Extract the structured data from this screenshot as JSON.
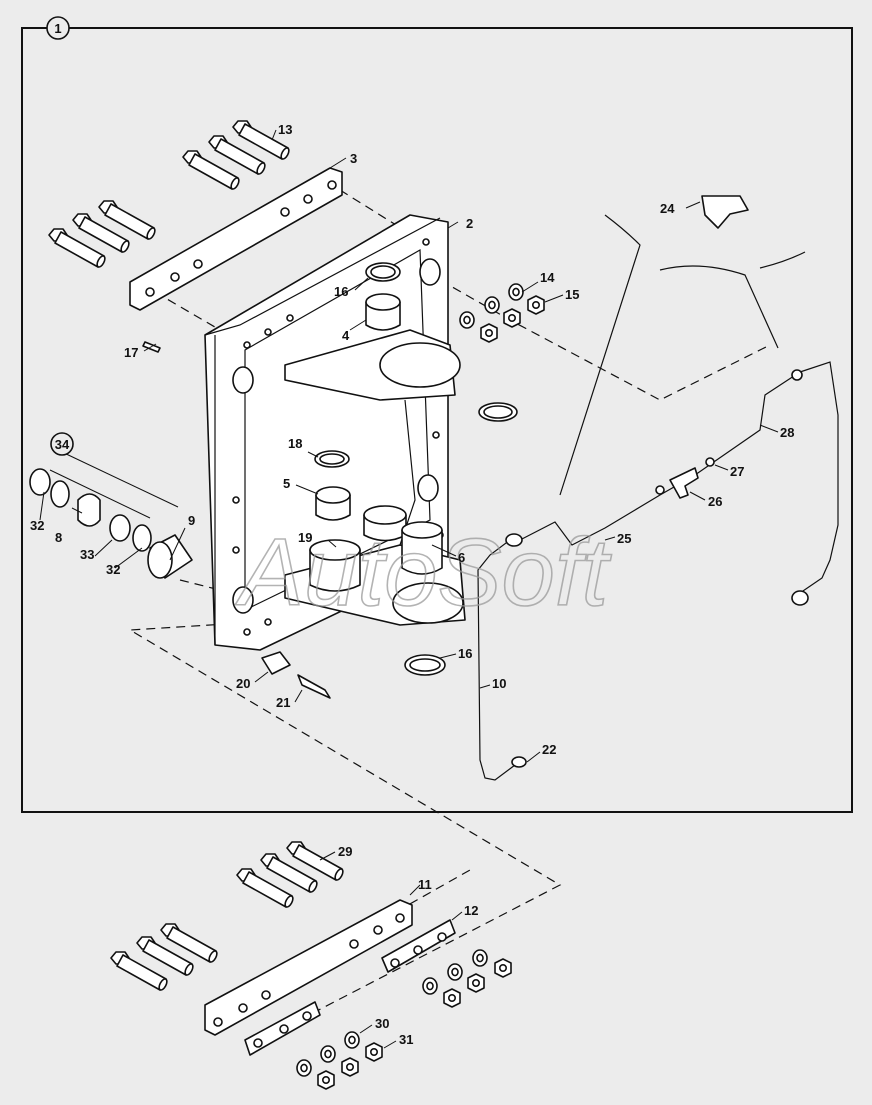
{
  "diagram": {
    "figure_number": "1",
    "watermark": "AutoSoft",
    "callouts": {
      "c2": "2",
      "c3": "3",
      "c4": "4",
      "c5": "5",
      "c6": "6",
      "c8": "8",
      "c9": "9",
      "c10": "10",
      "c11": "11",
      "c12": "12",
      "c13": "13",
      "c14": "14",
      "c15": "15",
      "c16a": "16",
      "c16b": "16",
      "c17": "17",
      "c18": "18",
      "c19": "19",
      "c20": "20",
      "c21": "21",
      "c22": "22",
      "c24": "24",
      "c25": "25",
      "c26": "26",
      "c27": "27",
      "c28": "28",
      "c29": "29",
      "c30": "30",
      "c31": "31",
      "c32a": "32",
      "c32b": "32",
      "c33": "33",
      "c34": "34"
    }
  }
}
